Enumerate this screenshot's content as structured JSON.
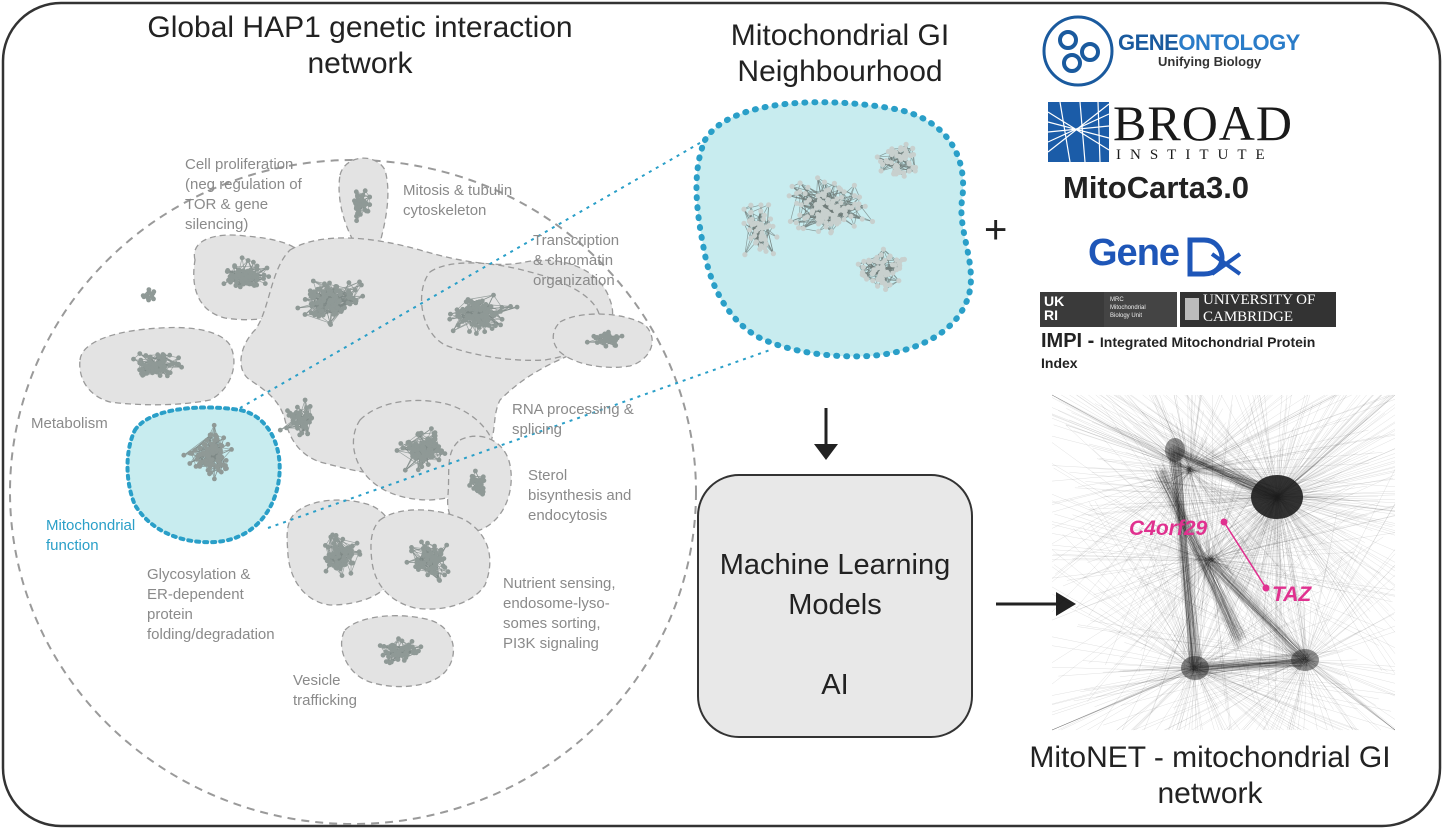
{
  "left_panel": {
    "title_line1": "Global HAP1 genetic interaction",
    "title_line2": "network",
    "cluster_labels": [
      {
        "id": "cell-proliferation",
        "text": "Cell proliferation\n(neg regulation of\nTOR & gene\nsilencing)"
      },
      {
        "id": "mitosis",
        "text": "Mitosis & tubulin\ncytoskeleton"
      },
      {
        "id": "transcription",
        "text": "Transcription\n& chromatin\norganization"
      },
      {
        "id": "metabolism",
        "text": "Metabolism"
      },
      {
        "id": "rna-processing",
        "text": "RNA processing &\nsplicing"
      },
      {
        "id": "mitochondrial",
        "text": "Mitochondrial\nfunction"
      },
      {
        "id": "sterol",
        "text": "Sterol\nbisynthesis and\nendocytosis"
      },
      {
        "id": "glycosylation",
        "text": "Glycosylation &\nER-dependent\nprotein\nfolding/degradation"
      },
      {
        "id": "nutrient",
        "text": "Nutrient sensing,\nendosome-lyso-\nsomes sorting,\nPI3K signaling"
      },
      {
        "id": "vesicle",
        "text": "Vesicle\ntrafficking"
      }
    ]
  },
  "neighbourhood": {
    "title_line1": "Mitochondrial GI",
    "title_line2": "Neighbourhood"
  },
  "plus_sign": "+",
  "ml_box": {
    "line1": "Machine Learning",
    "line2": "Models",
    "line3": "AI"
  },
  "logos": {
    "geneontology": {
      "part1": "GENE",
      "part2": "ONTOLOGY",
      "tagline": "Unifying Biology"
    },
    "broad": {
      "name": "BROAD",
      "sub": "INSTITUTE"
    },
    "mitocarta": "MitoCarta3.0",
    "genedx": {
      "part1": "Gene",
      "part2": "Dx"
    },
    "cambridge": {
      "uk": "UK",
      "ri": "RI",
      "mrc_line1": "MRC",
      "mrc_line2": "Mitochondrial",
      "mrc_line3": "Biology Unit",
      "uni_line1": "UNIVERSITY OF",
      "uni_line2": "CAMBRIDGE"
    },
    "impi": {
      "main": "IMPI - ",
      "small": "Integrated Mitochondrial Protein",
      "small2": "Index"
    }
  },
  "mitonet": {
    "gene1": "C4orf29",
    "gene2": "TAZ",
    "title_line1": "MitoNET - mitochondrial GI",
    "title_line2": "network"
  },
  "colors": {
    "frame": "#333333",
    "cluster_fill": "#e3e3e3",
    "mito_fill": "#c8ecef",
    "mito_dots": "#2a9fc8",
    "node": "#7f8a87",
    "highlight": "#e0318f",
    "go_blue": "#1a5a9e",
    "broad_blue": "#1b5ca8",
    "genedx_blue": "#1e56b8"
  }
}
